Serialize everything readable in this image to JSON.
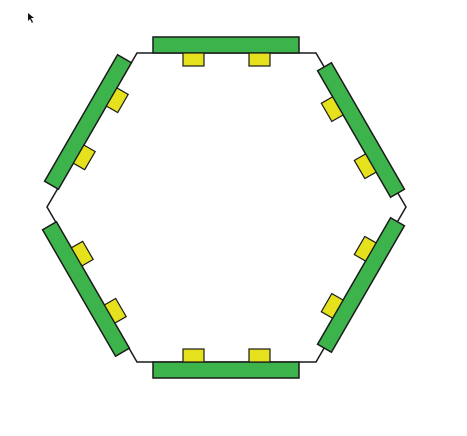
{
  "colors": {
    "background": "#ffffff",
    "outline": "#1a1a1a",
    "paddle_fill": "#3cb44b",
    "bumper_fill": "#e5e21d"
  },
  "board": {
    "shape": "hexagon",
    "sides": 6,
    "paddles": [
      {
        "side": "top",
        "bumpers": 2
      },
      {
        "side": "top-right",
        "bumpers": 2
      },
      {
        "side": "bottom-right",
        "bumpers": 2
      },
      {
        "side": "bottom",
        "bumpers": 2
      },
      {
        "side": "bottom-left",
        "bumpers": 2
      },
      {
        "side": "top-left",
        "bumpers": 2
      }
    ]
  },
  "cursor": {
    "icon": "mouse-pointer-icon"
  }
}
